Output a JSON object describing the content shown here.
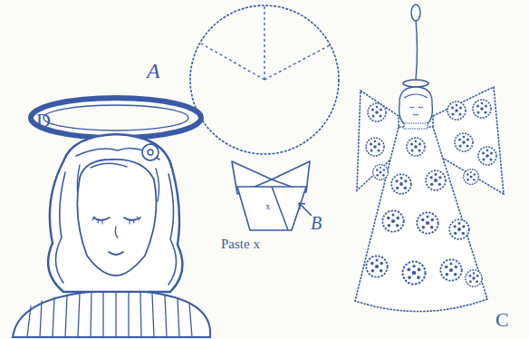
{
  "diagram": {
    "labels": [
      "A",
      "x",
      "B",
      "Paste x",
      "C",
      "D"
    ]
  }
}
